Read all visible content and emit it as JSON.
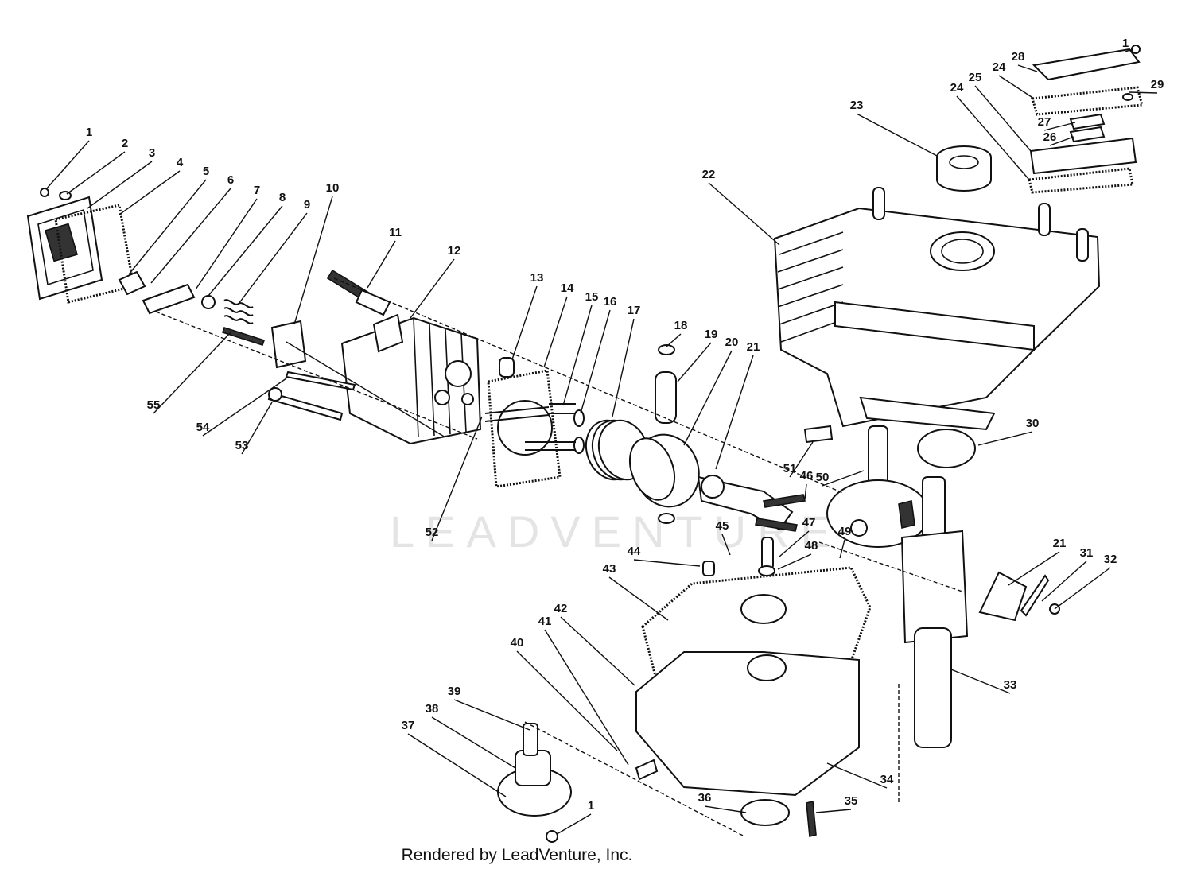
{
  "watermark": "LEADVENTURE",
  "footer": {
    "credit": "Rendered by LeadVenture, Inc."
  },
  "callouts": [
    {
      "text": "1"
    },
    {
      "text": "2"
    },
    {
      "text": "3"
    },
    {
      "text": "4"
    },
    {
      "text": "5"
    },
    {
      "text": "6"
    },
    {
      "text": "7"
    },
    {
      "text": "8"
    },
    {
      "text": "9"
    },
    {
      "text": "10"
    },
    {
      "text": "11"
    },
    {
      "text": "12"
    },
    {
      "text": "13"
    },
    {
      "text": "14"
    },
    {
      "text": "15"
    },
    {
      "text": "16"
    },
    {
      "text": "17"
    },
    {
      "text": "18"
    },
    {
      "text": "19"
    },
    {
      "text": "20"
    },
    {
      "text": "21"
    },
    {
      "text": "22"
    },
    {
      "text": "23"
    },
    {
      "text": "1"
    },
    {
      "text": "28"
    },
    {
      "text": "24"
    },
    {
      "text": "25"
    },
    {
      "text": "29"
    },
    {
      "text": "24"
    },
    {
      "text": "27"
    },
    {
      "text": "26"
    },
    {
      "text": "30"
    },
    {
      "text": "51"
    },
    {
      "text": "46"
    },
    {
      "text": "50"
    },
    {
      "text": "45"
    },
    {
      "text": "47"
    },
    {
      "text": "49"
    },
    {
      "text": "48"
    },
    {
      "text": "44"
    },
    {
      "text": "43"
    },
    {
      "text": "21"
    },
    {
      "text": "31"
    },
    {
      "text": "32"
    },
    {
      "text": "42"
    },
    {
      "text": "41"
    },
    {
      "text": "40"
    },
    {
      "text": "33"
    },
    {
      "text": "39"
    },
    {
      "text": "38"
    },
    {
      "text": "37"
    },
    {
      "text": "34"
    },
    {
      "text": "36"
    },
    {
      "text": "35"
    },
    {
      "text": "1"
    },
    {
      "text": "55"
    },
    {
      "text": "54"
    },
    {
      "text": "53"
    },
    {
      "text": "52"
    }
  ]
}
